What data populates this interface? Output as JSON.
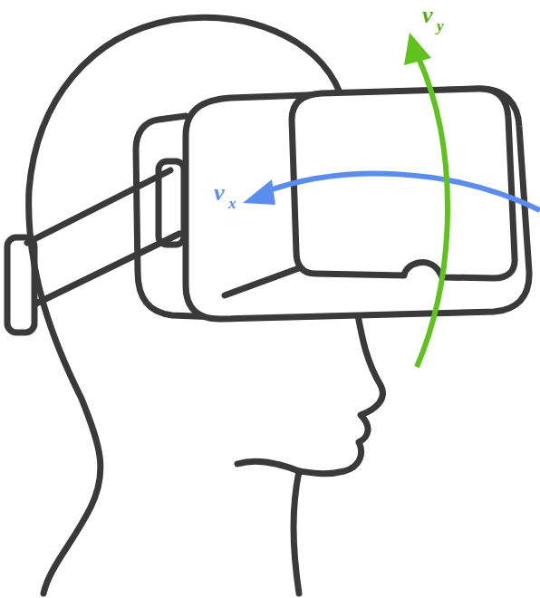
{
  "diagram": {
    "labels": [
      "v",
      "x",
      "v",
      "y"
    ]
  }
}
